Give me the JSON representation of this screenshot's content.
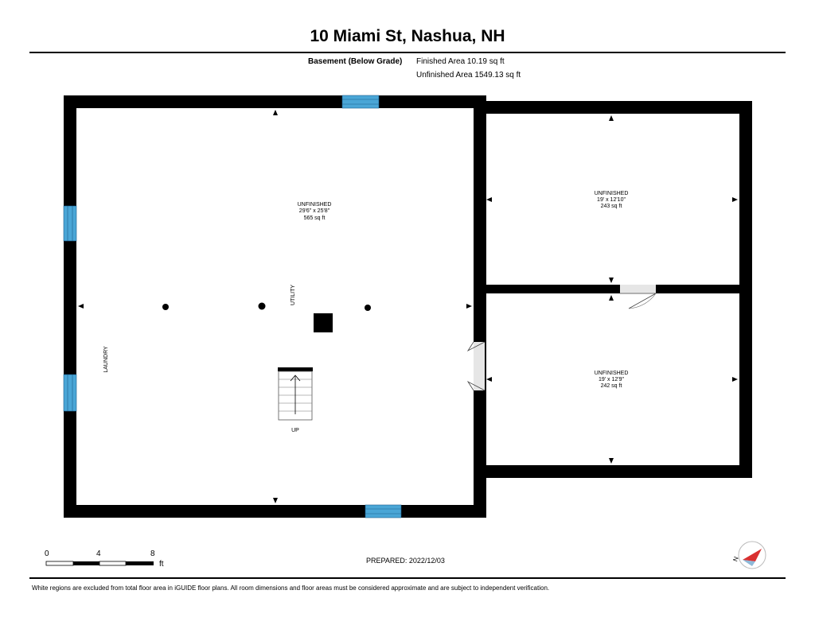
{
  "header": {
    "title": "10 Miami St, Nashua, NH",
    "level_label": "Basement (Below Grade)",
    "finished_area": "Finished Area 10.19 sq ft",
    "unfinished_area": "Unfinished Area 1549.13 sq ft"
  },
  "rooms": {
    "main": {
      "name": "UNFINISHED",
      "dims": "29'6\" x 25'8\"",
      "area": "565 sq ft"
    },
    "top_right": {
      "name": "UNFINISHED",
      "dims": "19' x 12'10\"",
      "area": "243 sq ft"
    },
    "bottom_right": {
      "name": "UNFINISHED",
      "dims": "19' x 12'9\"",
      "area": "242 sq ft"
    }
  },
  "labels": {
    "utility": "UTILITY",
    "laundry": "LAUNDRY",
    "stairs": "UP"
  },
  "scale": {
    "ticks": [
      "0",
      "4",
      "8"
    ],
    "unit": "ft"
  },
  "footer": {
    "prepared": "PREPARED: 2022/12/03",
    "disclaimer": "White regions are excluded from total floor area in iGUIDE floor plans. All room dimensions and floor areas must be considered approximate and are subject to independent verification."
  },
  "compass": {
    "label": "N"
  },
  "colors": {
    "wall": "#000000",
    "window": "#4aa6d6",
    "door": "#e6e6e6"
  }
}
